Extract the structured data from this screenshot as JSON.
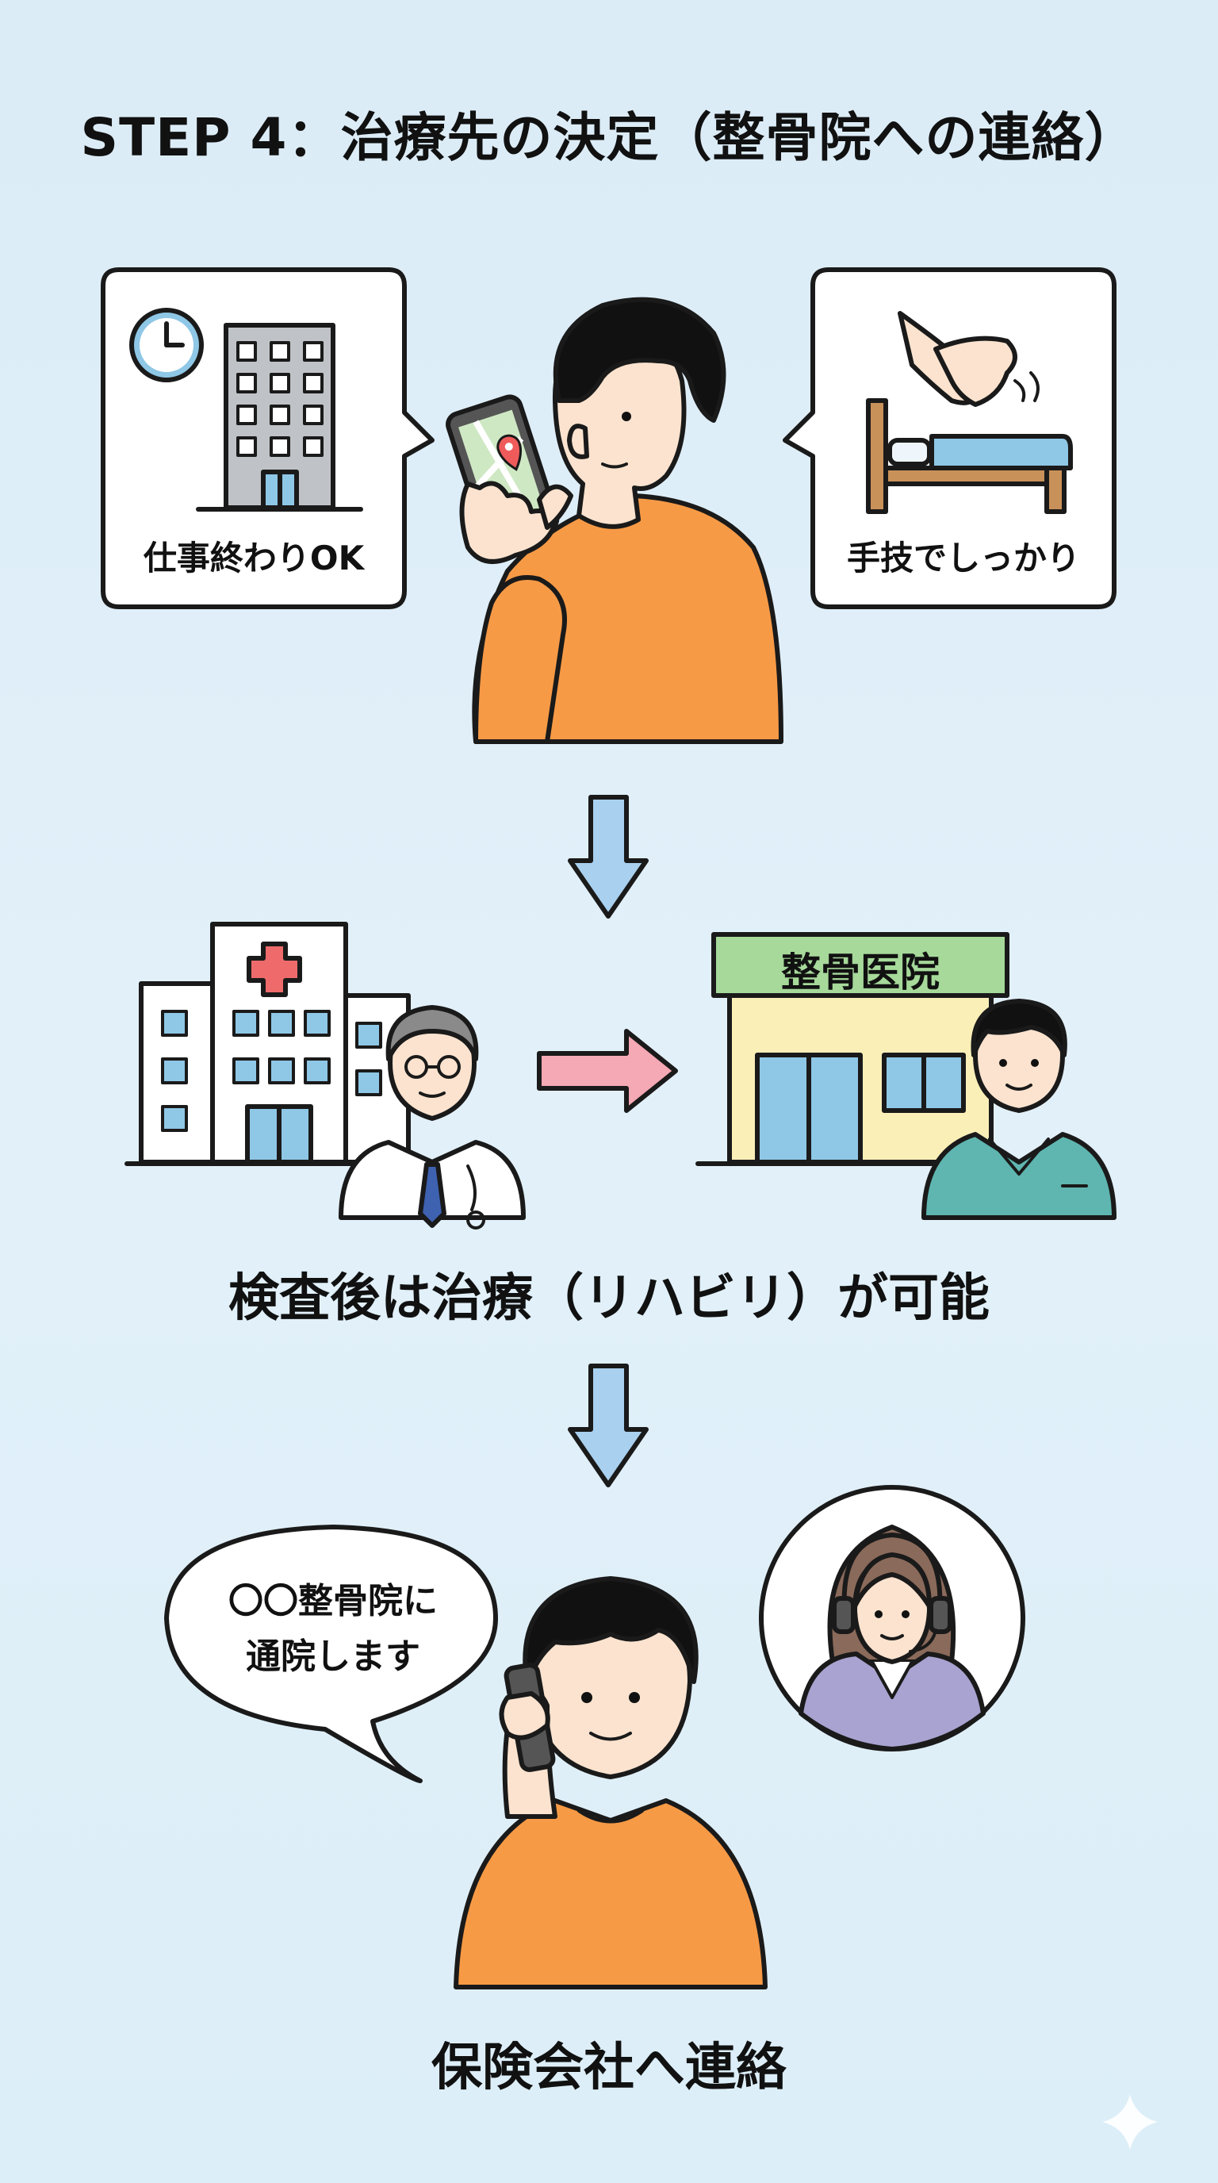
{
  "title": "STEP 4：治療先の決定（整骨院への連絡）",
  "panel1": {
    "left_card": {
      "label": "仕事終わりOK",
      "icons": [
        "clock-icon",
        "office-building-icon"
      ]
    },
    "right_card": {
      "label": "手技でしっかり",
      "icons": [
        "hands-massage-icon",
        "treatment-bed-icon"
      ]
    },
    "person": "person-using-phone-map"
  },
  "panel2": {
    "sign": "整骨医院",
    "caption": "検査後は治療（リハビリ）が可能",
    "icons": [
      "hospital-icon",
      "doctor-icon",
      "arrow-right-icon",
      "clinic-building-icon",
      "therapist-icon"
    ]
  },
  "panel3": {
    "speech_line1": "〇〇整骨院に",
    "speech_line2": "通院します",
    "caption": "保険会社へ連絡",
    "icons": [
      "person-on-phone",
      "call-center-operator-icon"
    ]
  },
  "colors": {
    "background": "#dcedf8",
    "orange_shirt": "#f79a46",
    "light_blue": "#8fc7e6",
    "pink_arrow": "#f4a9b4",
    "sign_green": "#a6d99a",
    "teal_scrub": "#5fb6b0",
    "outline": "#1a1a1a"
  }
}
